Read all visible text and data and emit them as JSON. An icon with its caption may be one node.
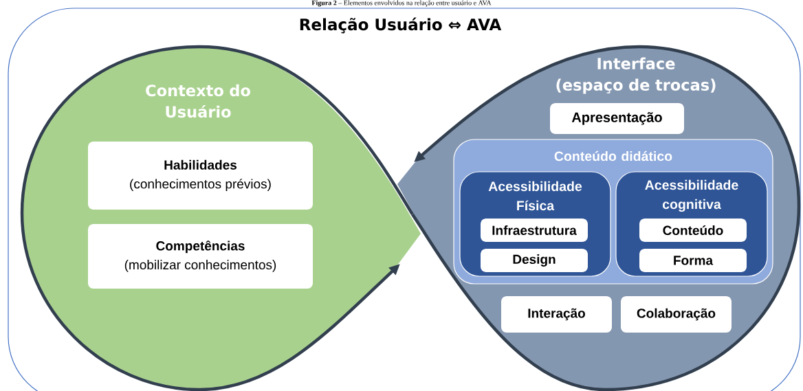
{
  "diagram": {
    "title": "Relação Usuário ⇔ AVA",
    "caption": "**Figura 2** – Elementos envolvidos na relação entre usuário e AVA",
    "nodes": [
      {
        "text": [],
        "shape": "box"
      },
      {
        "text": [
          "Contexto do Usuário"
        ],
        "in": 0
      },
      {
        "text": [
          "Habilidades",
          "(conhecimentos prévios)"
        ],
        "in": 1
      },
      {
        "text": [
          "Competências",
          "(mobilizar conhecimentos)"
        ],
        "in": 1
      },
      {
        "text": [
          "Interface (espaço de trocas)"
        ],
        "in": 0
      },
      {
        "text": [
          "Apresentação"
        ],
        "in": 4
      },
      {
        "text": [
          "Conteúdo didático"
        ],
        "in": 4
      },
      {
        "text": [
          "Acessibilidade Física"
        ],
        "in": 6
      },
      {
        "text": [
          "Infraestrutura"
        ],
        "in": 7
      },
      {
        "text": [
          "Design"
        ],
        "in": 7
      },
      {
        "text": [
          "Acessibilidade cognitiva"
        ],
        "in": 6
      },
      {
        "text": [
          "Conteúdo"
        ],
        "in": 10
      },
      {
        "text": [
          "Forma"
        ],
        "in": 10
      },
      {
        "text": [
          "Interação"
        ],
        "in": 4
      },
      {
        "text": [
          "Colaboração"
        ],
        "in": 4
      }
    ],
    "edges": [
      {
        "from": 1,
        "to": 4,
        "arrow": "to"
      },
      {
        "from": 4,
        "to": 1,
        "arrow": "to"
      }
    ]
  }
}
